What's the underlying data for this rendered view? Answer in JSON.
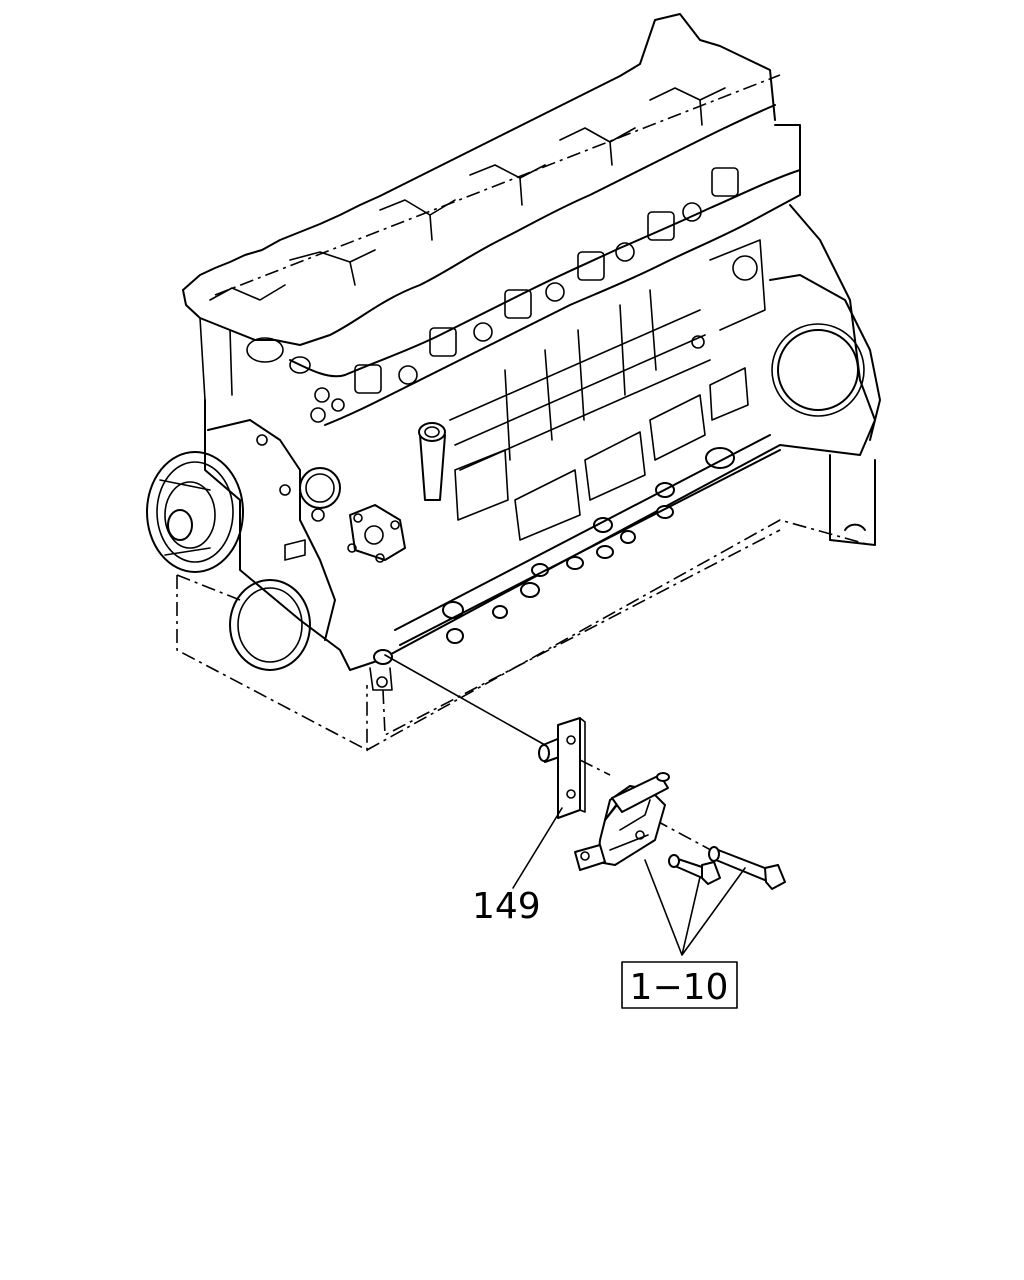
{
  "callouts": [
    {
      "id": "part-149",
      "text": "149",
      "boxed": false
    },
    {
      "id": "ref-1-10",
      "text": "1−10",
      "boxed": true
    }
  ]
}
